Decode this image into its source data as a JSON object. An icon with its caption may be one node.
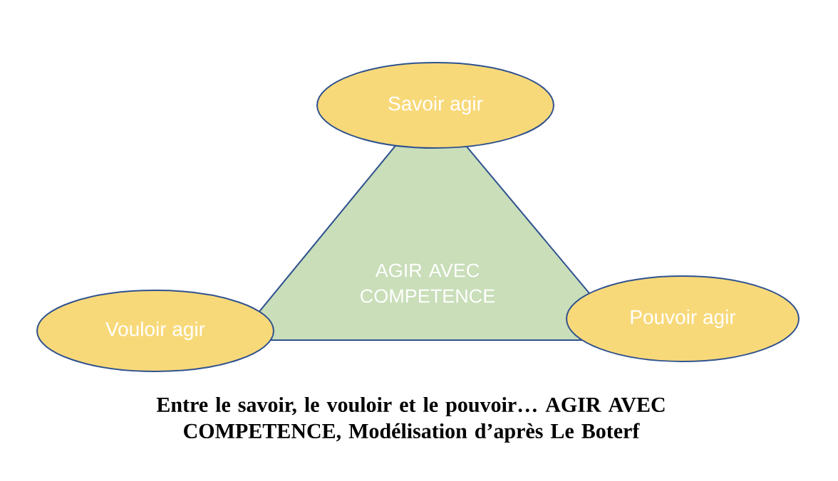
{
  "diagram": {
    "caption": "Entre le savoir, le vouloir et le pouvoir… AGIR AVEC COMPETENCE, Modélisation d’après Le Boterf",
    "nodes": [
      {
        "text": [
          "AGIR AVEC COMPETENCE"
        ]
      },
      {
        "text": [
          "Savoir agir"
        ]
      },
      {
        "text": [
          "Vouloir agir"
        ]
      },
      {
        "text": [
          "Pouvoir agir"
        ]
      }
    ],
    "edges": []
  }
}
